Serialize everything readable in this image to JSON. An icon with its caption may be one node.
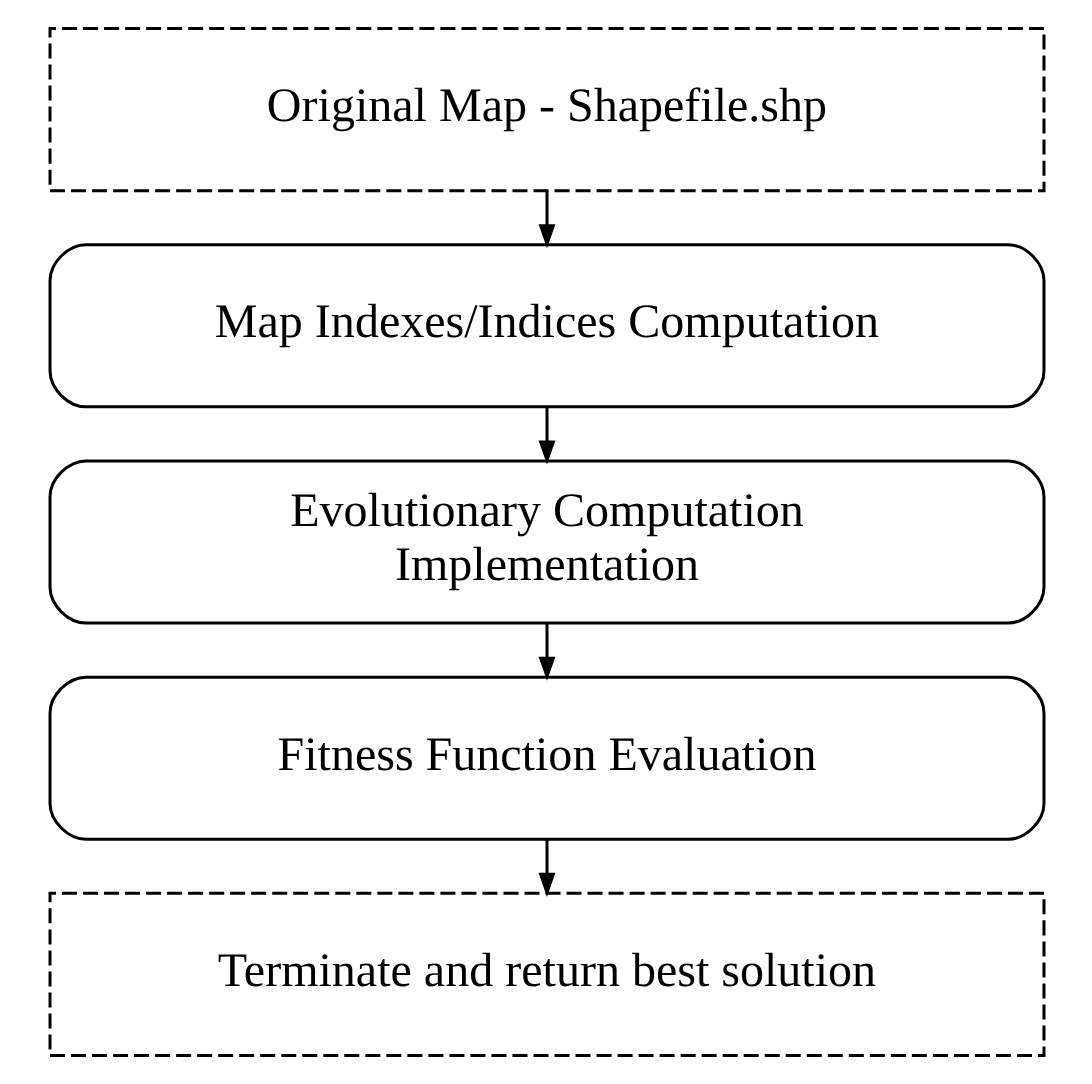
{
  "diagram": {
    "nodes": [
      {
        "text": [
          "Original Map - Shapefile.shp"
        ]
      },
      {
        "text": [
          "Map Indexes/Indices Computation"
        ]
      },
      {
        "text": [
          "Evolutionary Computation Implementation"
        ]
      },
      {
        "text": [
          "Fitness Function Evaluation"
        ]
      },
      {
        "text": [
          "Terminate and return best solution"
        ]
      }
    ],
    "edges": [
      {
        "from": 0,
        "to": 1,
        "arrow": "to"
      },
      {
        "from": 1,
        "to": 2,
        "arrow": "to"
      },
      {
        "from": 2,
        "to": 3,
        "arrow": "to"
      },
      {
        "from": 3,
        "to": 4,
        "arrow": "to"
      }
    ]
  }
}
